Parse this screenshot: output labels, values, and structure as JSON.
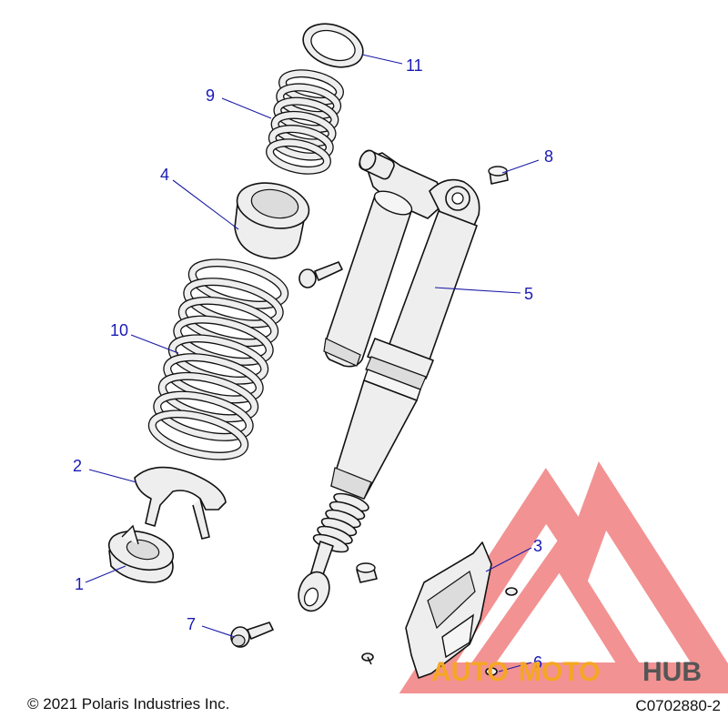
{
  "callouts": [
    {
      "id": "1",
      "label": "1"
    },
    {
      "id": "2",
      "label": "2"
    },
    {
      "id": "3",
      "label": "3"
    },
    {
      "id": "4",
      "label": "4"
    },
    {
      "id": "5",
      "label": "5"
    },
    {
      "id": "6",
      "label": "6"
    },
    {
      "id": "7",
      "label": "7"
    },
    {
      "id": "8",
      "label": "8"
    },
    {
      "id": "9",
      "label": "9"
    },
    {
      "id": "10",
      "label": "10"
    },
    {
      "id": "11",
      "label": "11"
    }
  ],
  "footer": {
    "copyright": "© 2021 Polaris Industries Inc.",
    "diagram_code": "C0702880-2"
  },
  "watermark": {
    "part1": "AUTO",
    "part2": "MOTO",
    "part3": "HUB",
    "colors": {
      "triangle": "#f08080",
      "orange": "#f5a623",
      "gray": "#555555"
    }
  },
  "colors": {
    "callout": "#1a1ab4",
    "line_art": "#111111",
    "part_fill": "#eeeeee"
  }
}
